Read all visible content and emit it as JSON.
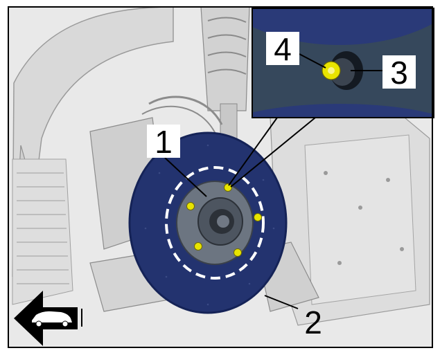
{
  "callouts": {
    "one": "1",
    "two": "2",
    "three": "3",
    "four": "4"
  },
  "icons": {
    "direction": "car-forward-arrow-icon"
  },
  "colors": {
    "disc": "#23336f",
    "disc_dark": "#152357",
    "hub": "#6c7581",
    "bolt": "#e8e400",
    "dash_ring": "#ffffff",
    "inset_bg": "#36485c",
    "inset_disc": "#2a3a78",
    "frame": "#000000",
    "background": "#ffffff",
    "line_art": "#b8b8b8"
  }
}
